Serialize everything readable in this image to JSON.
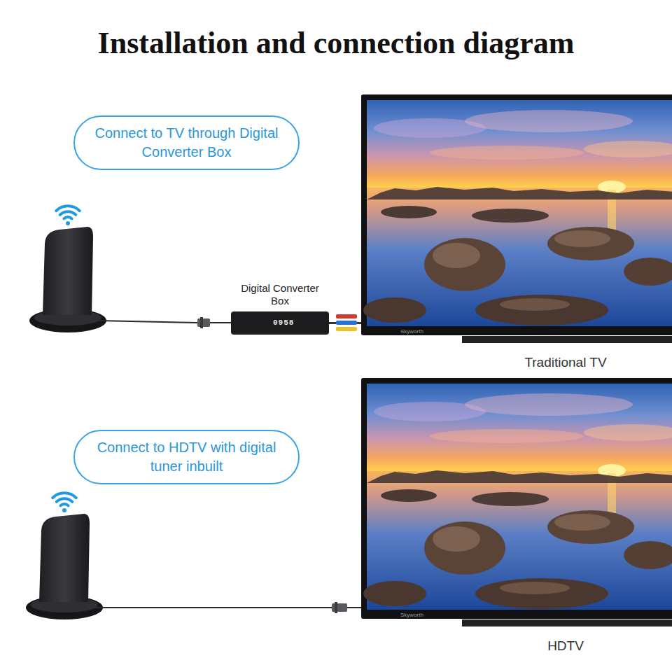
{
  "diagram": {
    "title": "Installation and connection diagram",
    "nodes": [
      {
        "text": [
          "Connect to TV through Digital Converter Box"
        ]
      },
      {
        "text": [
          "Digital Converter Box",
          "0958"
        ]
      },
      {
        "text": [
          "Skyworth",
          "Traditional TV"
        ]
      },
      {
        "text": [
          "Connect to HDTV with digital tuner inbuilt"
        ]
      },
      {
        "text": [
          "Skyworth",
          "HDTV"
        ]
      }
    ],
    "edges": [
      {
        "from": 1,
        "to": 2,
        "arrow": "none"
      }
    ]
  }
}
